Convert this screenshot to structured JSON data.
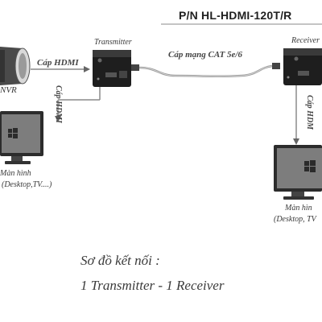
{
  "header": {
    "part_number": "P/N  HL-HDMI-120T/R"
  },
  "devices": {
    "nvr_label": "NVR",
    "transmitter_label": "Transmitter",
    "receiver_label": "Receiver"
  },
  "cables": {
    "hdmi_in": "Cáp HDMI",
    "hdmi_loop": "Cáp HDMI",
    "cat": "Cáp mạng CAT 5e/6",
    "hdmi_out": "Cáp HDM"
  },
  "displays": {
    "left_line1": "Màn hình",
    "left_line2": "(Desktop,TV....)",
    "right_line1": "Màn hìn",
    "right_line2": "(Desktop, TV"
  },
  "caption": {
    "line1": "Sơ đồ kết nối :",
    "line2": "1 Transmitter - 1 Receiver"
  },
  "colors": {
    "device": "#1e1e1e",
    "cable": "#8a8a8a",
    "screen": "#7d7d7d"
  }
}
